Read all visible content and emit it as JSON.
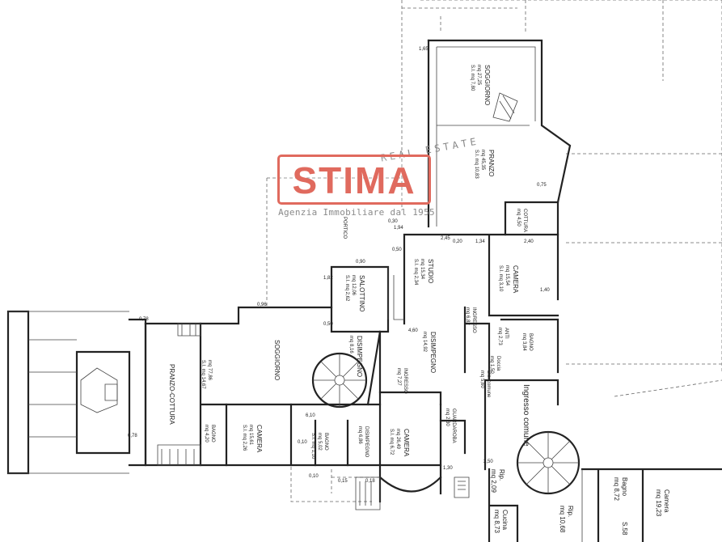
{
  "logo": {
    "word": "STIMA",
    "tagline": "Agenzia Immobiliare dal 1955",
    "watermark": "REAL ESTATE",
    "color": "#e06a5e"
  },
  "rooms": {
    "soggiorno_top": {
      "name": "SOGGIORNO",
      "area": "mq 27,25",
      "sub": "S.I. mq 7,80"
    },
    "pranzo": {
      "name": "PRANZO",
      "area": "mq 45,35",
      "sub": "S.I. mq 10,83"
    },
    "cottura_top": {
      "name": "COTTURA",
      "area": "mq 4,50"
    },
    "portico": {
      "name": "PORTICO"
    },
    "studio": {
      "name": "STUDIO",
      "area": "mq 15,34",
      "sub": "S.I. mq 2,34"
    },
    "camera_right": {
      "name": "CAMERA",
      "area": "mq 15,54",
      "sub": "S.I. mq 3,10"
    },
    "salottino": {
      "name": "SALOTTINO",
      "area": "mq 12,06",
      "sub": "S.I. mq 2,62"
    },
    "disimpegno_a": {
      "name": "DISIMPEGNO",
      "area": "mq 8,16"
    },
    "disimpegno_b": {
      "name": "DISIMPEGNO",
      "area": "mq 14,92"
    },
    "ingresso_a": {
      "name": "INGRESSO",
      "area": "mq 6,82"
    },
    "ingresso_b": {
      "name": "INGRESSO",
      "area": "mq 7,27"
    },
    "anti": {
      "name": "ANTI",
      "area": "mq 2,73"
    },
    "bagno_right": {
      "name": "BAGNO",
      "area": "mq 3,84"
    },
    "doccia": {
      "name": "Doccia",
      "area": "mq 1,50"
    },
    "soggiorno_main": {
      "name": "SOGGIORNO",
      "area": "mq 77,86",
      "sub": "S.I. mq 14,67"
    },
    "pranzo_cottura": {
      "name": "PRANZO-COTTURA"
    },
    "bagno_left": {
      "name": "BAGNO",
      "area": "mq 4,20"
    },
    "camera_left": {
      "name": "CAMERA",
      "area": "mq 15,61",
      "sub": "S.I. mq 2,26"
    },
    "bagno_mid": {
      "name": "BAGNO",
      "area": "mq 5,02",
      "sub": "S.I. mq 1,10"
    },
    "disimpegno_c": {
      "name": "DISIMPEGNO",
      "area": "mq 6,86"
    },
    "camera_mid": {
      "name": "CAMERA",
      "area": "mq 26,49",
      "sub": "S.I. mq 6,72"
    },
    "guardaroba": {
      "name": "GUARDAROBA",
      "area": "mq 2,30"
    },
    "dis_comune": {
      "name": "Dis. comune",
      "area": "mq 5,60"
    },
    "ingresso_comune": {
      "name": "Ingresso comune"
    },
    "rip_small": {
      "name": "Rip.",
      "area": "mq 2,09"
    },
    "rip_big": {
      "name": "Rip.",
      "area": "mq 10,68"
    },
    "cucina": {
      "name": "Cucina",
      "area": "mq 8,73"
    },
    "bagno_br": {
      "name": "Bagno",
      "area": "mq 8,72"
    },
    "camera_br": {
      "name": "Camera",
      "area": "mq 19,23"
    },
    "bagno_br_sub": {
      "area": "S.58"
    }
  },
  "dims": [
    "1,65",
    "0,75",
    "2,40",
    "1,34",
    "0,20",
    "2,45",
    "1,40",
    "0,10",
    "2,50",
    "0,30",
    "4,60",
    "6,10",
    "0,50",
    "0,15",
    "0,18",
    "0,96",
    "0,78",
    "0,10",
    "0,90",
    "1,82",
    "1,94",
    "0,50",
    "0,78",
    "1,30"
  ]
}
